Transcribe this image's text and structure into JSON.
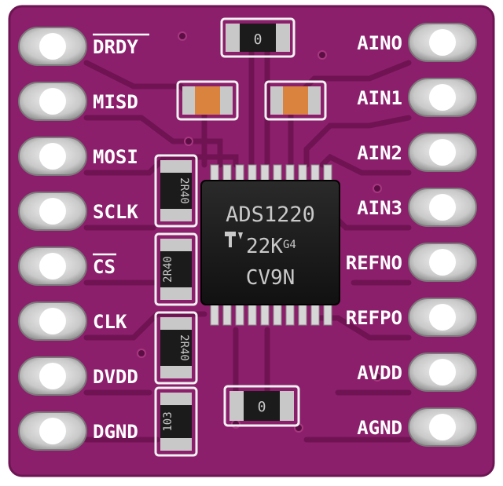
{
  "board": {
    "pcb_color": "#8c1f6b",
    "trace_color": "#5c0f48",
    "pad_color": "#d8d8d8",
    "left_pins": [
      "DRDY",
      "MISD",
      "MOSI",
      "SCLK",
      "CS",
      "CLK",
      "DVDD",
      "DGND"
    ],
    "right_pins": [
      "AINO",
      "AIN1",
      "AIN2",
      "AIN3",
      "REFNO",
      "REFPO",
      "AVDD",
      "AGND"
    ],
    "chip": {
      "line1": "ADS1220",
      "line2": "22K",
      "line2_small": "G4",
      "line3": "CV9N"
    },
    "resistor_top": "0",
    "resistor_bottom": "0",
    "resistors_side": [
      "2R40",
      "2R40",
      "2R40",
      "103"
    ]
  }
}
